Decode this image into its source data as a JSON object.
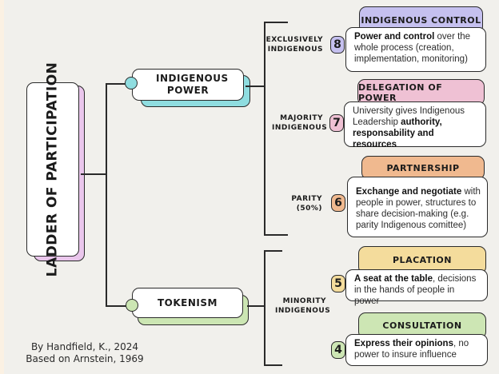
{
  "title": "Ladder of Participation",
  "colors": {
    "background": "#f1f0ec",
    "title_accent": "#eac6ec",
    "indigenous_power": "#8fdde0",
    "tokenism": "#cce6b3",
    "rung_8": "#c5c0ef",
    "rung_7": "#efc1d4",
    "rung_6": "#f0b98f",
    "rung_5": "#f4dc9c",
    "rung_4": "#cde6b4"
  },
  "branches": [
    {
      "label": "Indigenous Power",
      "groups": [
        {
          "label": "Exclusively Indigenous"
        },
        {
          "label": "Majority Indigenous"
        },
        {
          "label": "Parity (50%)"
        }
      ]
    },
    {
      "label": "Tokenism",
      "groups": [
        {
          "label": "Minority Indigenous"
        }
      ]
    }
  ],
  "rungs": [
    {
      "number": "8",
      "title": "Indigenous Control",
      "bold": "Power and control",
      "text": " over the whole process (creation, implementation, monitoring)"
    },
    {
      "number": "7",
      "title": "Delegation of Power",
      "pre": "University gives Indigenous Leadership ",
      "bold": "authority, responsability and resources"
    },
    {
      "number": "6",
      "title": "Partnership",
      "bold": "Exchange and negotiate",
      "text": " with people in power, structures to share decision-making  (e.g. parity Indigenous comittee)"
    },
    {
      "number": "5",
      "title": "Placation",
      "bold": "A seat at the table",
      "text": ", decisions in the hands of people in power"
    },
    {
      "number": "4",
      "title": "Consultation",
      "bold": "Express their opinions",
      "text": ", no power to insure influence"
    }
  ],
  "credit": {
    "line1": "By Handfield, K., 2024",
    "line2": "Based on Arnstein, 1969"
  }
}
